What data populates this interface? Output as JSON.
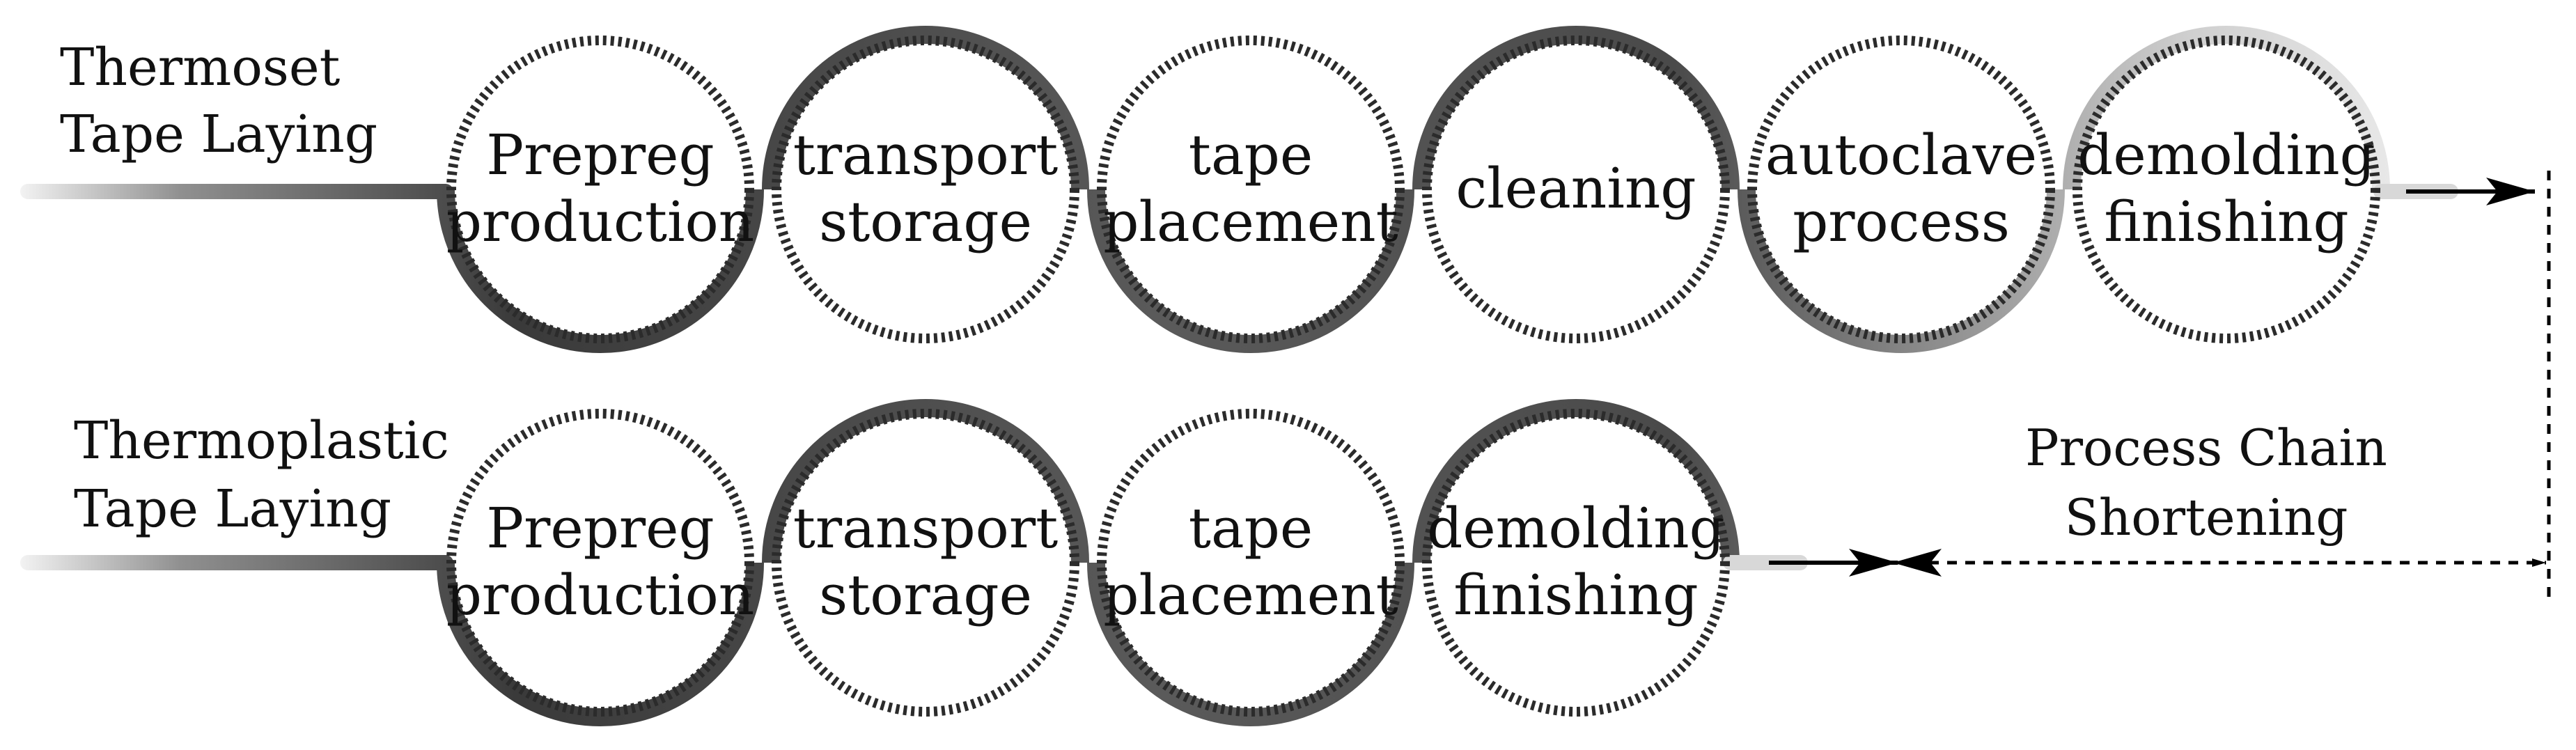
{
  "rows": [
    {
      "label_lines": [
        "Thermoset",
        "Tape Laying"
      ],
      "steps": [
        [
          "Prepreg",
          "production"
        ],
        [
          "transport",
          "storage"
        ],
        [
          "tape",
          "placement"
        ],
        [
          "cleaning"
        ],
        [
          "autoclave",
          "process"
        ],
        [
          "demolding",
          "finishing"
        ]
      ]
    },
    {
      "label_lines": [
        "Thermoplastic",
        "Tape Laying"
      ],
      "steps": [
        [
          "Prepreg",
          "production"
        ],
        [
          "transport",
          "storage"
        ],
        [
          "tape",
          "placement"
        ],
        [
          "demolding",
          "finishing"
        ]
      ]
    }
  ],
  "shortening": {
    "label_lines": [
      "Process Chain",
      "Shortening"
    ]
  },
  "colors": {
    "text": "#111111",
    "ring_dash": "#2b2b2b",
    "tube_dark": "#2a2a2a",
    "tube_light": "#f4f4f4",
    "arrow": "#000000"
  }
}
